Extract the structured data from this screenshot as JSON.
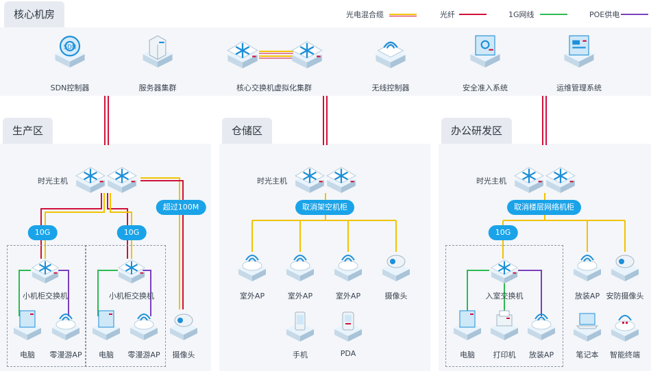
{
  "colors": {
    "hybrid_a": "#f2c200",
    "hybrid_b": "#d0103a",
    "fiber": "#d0103a",
    "gig": "#2dba52",
    "poe": "#7a3fbf",
    "pill": "#1aa3e8"
  },
  "core": {
    "title": "核心机房",
    "devices": [
      {
        "label": "SDN控制器",
        "icon": "sdn-controller-icon"
      },
      {
        "label": "服务器集群",
        "icon": "server-cluster-icon"
      },
      {
        "label": "核心交换机虚拟化集群",
        "icon": "core-switch-icon"
      },
      {
        "label": "无线控制器",
        "icon": "wireless-controller-icon"
      },
      {
        "label": "安全准入系统",
        "icon": "security-access-icon"
      },
      {
        "label": "运维管理系统",
        "icon": "ops-management-icon"
      }
    ]
  },
  "legend": [
    {
      "label": "光电混合缆",
      "type": "hybrid"
    },
    {
      "label": "光纤",
      "type": "fiber"
    },
    {
      "label": "1G网线",
      "type": "gig"
    },
    {
      "label": "POE供电",
      "type": "poe"
    }
  ],
  "production": {
    "title": "生产区",
    "host_label": "时光主机",
    "badge_10g_left": "10G",
    "badge_10g_right": "10G",
    "badge_over": "超过100M",
    "sw_left": "小机柜交换机",
    "sw_right": "小机柜交换机",
    "pc_left": "电脑",
    "ap_left": "零漫游AP",
    "pc_right": "电脑",
    "ap_right": "零漫游AP",
    "camera": "摄像头"
  },
  "warehouse": {
    "title": "仓储区",
    "host_label": "时光主机",
    "badge": "取消架空机柜",
    "ap1": "室外AP",
    "ap2": "室外AP",
    "ap3": "室外AP",
    "camera": "摄像头",
    "phone": "手机",
    "pda": "PDA"
  },
  "office": {
    "title": "办公研发区",
    "host_label": "时光主机",
    "badge": "取消楼层网络机柜",
    "badge_10g": "10G",
    "switch": "入室交换机",
    "pc": "电脑",
    "printer": "打印机",
    "ap_inner": "放装AP",
    "ap": "放装AP",
    "camera": "安防摄像头",
    "laptop": "笔记本",
    "terminal": "智能终端"
  }
}
